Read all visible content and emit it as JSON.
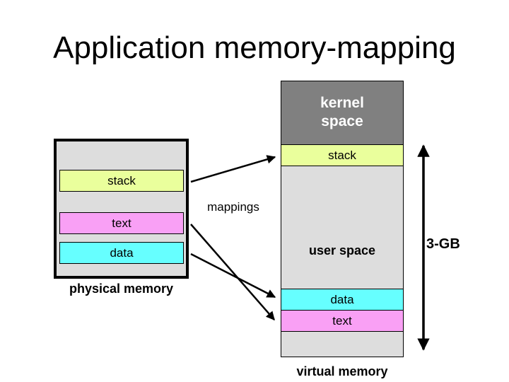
{
  "title": "Application memory-mapping",
  "colors": {
    "stack": "#eaff9c",
    "text": "#f9a0f5",
    "data": "#66ffff",
    "kernel": "#808080",
    "region_bg": "#dddddd"
  },
  "physical_memory": {
    "caption": "physical memory",
    "segments": [
      {
        "name": "stack",
        "label": "stack"
      },
      {
        "name": "text",
        "label": "text"
      },
      {
        "name": "data",
        "label": "data"
      }
    ]
  },
  "virtual_memory": {
    "caption": "virtual memory",
    "kernel_label_line1": "kernel",
    "kernel_label_line2": "space",
    "user_space_label": "user space",
    "segments": [
      {
        "name": "stack",
        "label": "stack"
      },
      {
        "name": "data",
        "label": "data"
      },
      {
        "name": "text",
        "label": "text"
      }
    ]
  },
  "mappings_label": "mappings",
  "mappings": [
    {
      "from": "physical.stack",
      "to": "virtual.stack"
    },
    {
      "from": "physical.text",
      "to": "virtual.text"
    },
    {
      "from": "physical.data",
      "to": "virtual.data"
    }
  ],
  "size_label": "3-GB"
}
